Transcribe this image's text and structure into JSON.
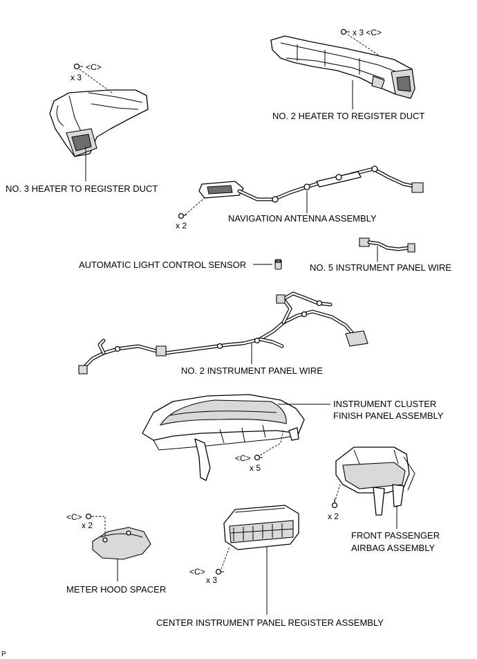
{
  "parts": {
    "no2_heater_duct": "NO. 2 HEATER TO REGISTER DUCT",
    "no3_heater_duct": "NO. 3 HEATER TO REGISTER DUCT",
    "navigation_antenna": "NAVIGATION ANTENNA ASSEMBLY",
    "auto_light_sensor": "AUTOMATIC LIGHT CONTROL SENSOR",
    "no5_panel_wire": "NO. 5 INSTRUMENT PANEL WIRE",
    "no2_panel_wire": "NO. 2 INSTRUMENT PANEL WIRE",
    "cluster_finish_line1": "INSTRUMENT CLUSTER",
    "cluster_finish_line2": "FINISH PANEL ASSEMBLY",
    "airbag_line1": "FRONT PASSENGER",
    "airbag_line2": "AIRBAG ASSEMBLY",
    "meter_hood_spacer": "METER HOOD SPACER",
    "center_register": "CENTER INSTRUMENT PANEL REGISTER ASSEMBLY"
  },
  "fasteners": {
    "no2_duct_clips": "x 3 <C>",
    "no3_duct_clip_code": "<C>",
    "no3_duct_clip_qty": "x 3",
    "antenna_screws": "x 2",
    "cluster_clip_code": "<C>",
    "cluster_clip_qty": "x 5",
    "airbag_bolts": "x 2",
    "hood_clip_code": "<C>",
    "hood_clip_qty": "x 2",
    "register_clip_code": "<C>",
    "register_clip_qty": "x 3"
  },
  "footer": {
    "code": "P"
  }
}
